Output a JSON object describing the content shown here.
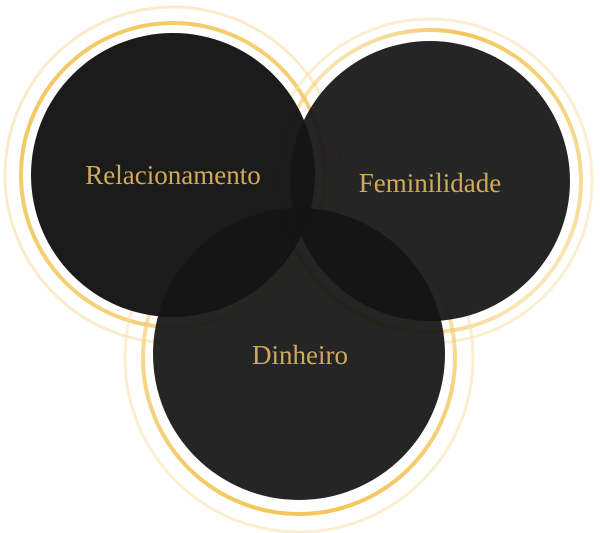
{
  "diagram": {
    "type": "venn",
    "sets": [
      {
        "label": "Relacionamento"
      },
      {
        "label": "Feminilidade"
      },
      {
        "label": "Dinheiro"
      }
    ],
    "colors": {
      "circle": "#141414",
      "text": "#d0aa5c",
      "ring": "#f2c75c",
      "ring_faint": "#f8e4b4"
    }
  }
}
